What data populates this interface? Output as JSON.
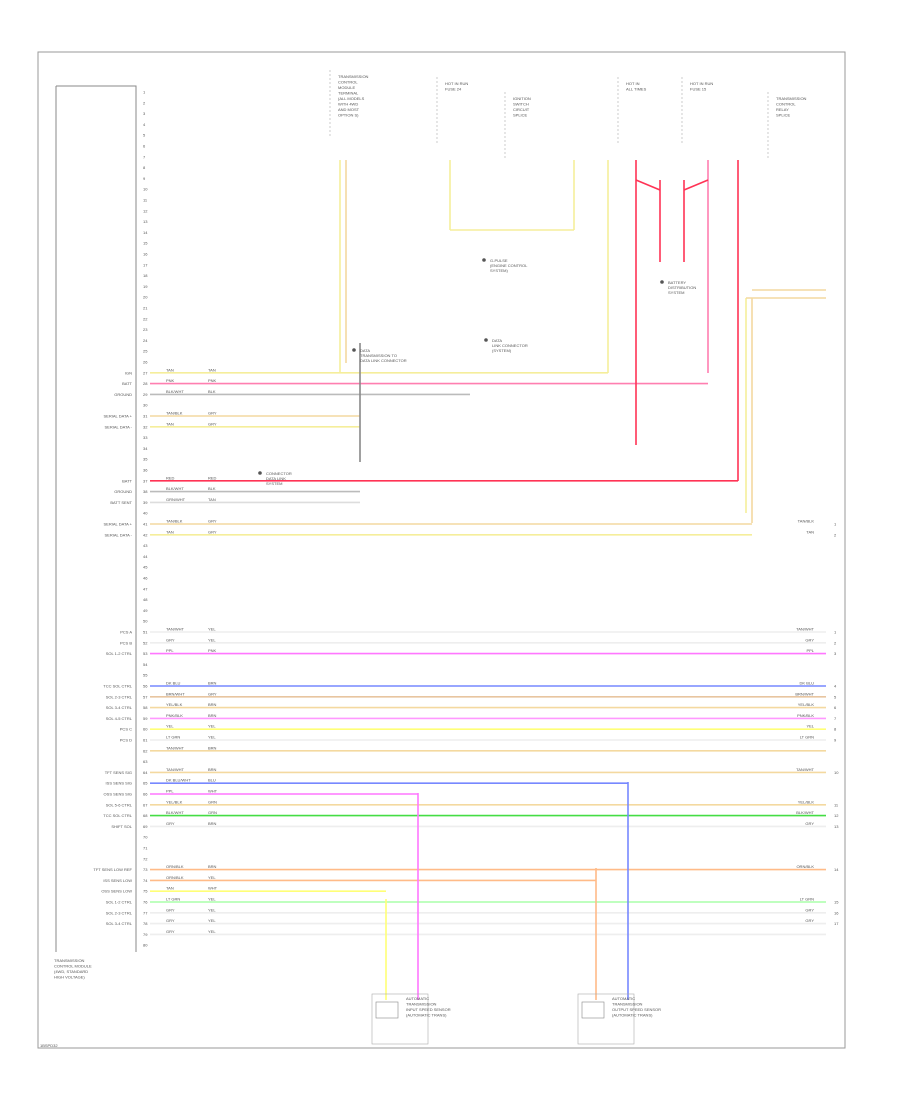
{
  "diagram": {
    "footer_code": "1BSPD32",
    "frame": "wiring schematic",
    "module_title": [
      "TRANSMISSION",
      "CONTROL MODULE",
      "(4WD, STANDARD",
      "HIGH VOLTAGE)"
    ],
    "top_components": [
      {
        "text": [
          "TRANSMISSION",
          "CONTROL",
          "MODULE",
          "TERMINAL",
          "(ALL MODELS",
          "WITH 4WD",
          "AND MOST",
          "OPTION S)"
        ]
      },
      {
        "text": [
          "HOT IN RUN",
          "FUSE 24"
        ]
      },
      {
        "text": [
          "IGNITION",
          "SWITCH",
          "CIRCUIT",
          "SPLICE"
        ]
      },
      {
        "text": [
          "HOT IN",
          "ALL TIMES"
        ]
      },
      {
        "text": [
          "HOT IN RUN",
          "FUSE 15"
        ]
      },
      {
        "text": [
          "TRANSMISSION",
          "CONTROL",
          "RELAY",
          "SPLICE"
        ]
      }
    ],
    "splices": [
      {
        "text": [
          "G-PULSE",
          "(ENGINE CONTROL",
          "SYSTEM)"
        ]
      },
      {
        "text": [
          "BATTERY",
          "DISTRIBUTION",
          "SYSTEM"
        ]
      },
      {
        "text": [
          "DATA",
          "LINK CONNECTOR",
          "(SYSTEM)"
        ]
      },
      {
        "text": [
          "DATA",
          "TRANSMISSION TO",
          "DATA LINK CONNECTOR"
        ]
      },
      {
        "text": [
          "CONNECTOR",
          "DATA LINK",
          "SYSTEM"
        ]
      }
    ],
    "bottom_components": [
      {
        "text": [
          "AUTOMATIC",
          "TRANSMISSION",
          "INPUT SPEED SENSOR",
          "(AUTOMATIC TRANS)"
        ]
      },
      {
        "text": [
          "AUTOMATIC",
          "TRANSMISSION",
          "OUTPUT SPEED SENSOR",
          "(AUTOMATIC TRANS)"
        ]
      }
    ],
    "pins": [
      {
        "label": "",
        "num": "1"
      },
      {
        "label": "",
        "num": "2"
      },
      {
        "label": "",
        "num": "3"
      },
      {
        "label": "",
        "num": "4"
      },
      {
        "label": "",
        "num": "5"
      },
      {
        "label": "",
        "num": "6"
      },
      {
        "label": "",
        "num": "7"
      },
      {
        "label": "",
        "num": "8"
      },
      {
        "label": "",
        "num": "9"
      },
      {
        "label": "",
        "num": "10"
      },
      {
        "label": "",
        "num": "11"
      },
      {
        "label": "",
        "num": "12"
      },
      {
        "label": "",
        "num": "13"
      },
      {
        "label": "",
        "num": "14"
      },
      {
        "label": "",
        "num": "15"
      },
      {
        "label": "",
        "num": "16"
      },
      {
        "label": "",
        "num": "17"
      },
      {
        "label": "",
        "num": "18"
      },
      {
        "label": "",
        "num": "19"
      },
      {
        "label": "",
        "num": "20"
      },
      {
        "label": "",
        "num": "21"
      },
      {
        "label": "",
        "num": "22"
      },
      {
        "label": "",
        "num": "23"
      },
      {
        "label": "",
        "num": "24"
      },
      {
        "label": "",
        "num": "25"
      },
      {
        "label": "",
        "num": "26"
      },
      {
        "label": "IGN",
        "num": "27"
      },
      {
        "label": "BATT",
        "num": "28"
      },
      {
        "label": "GROUND",
        "num": "29"
      },
      {
        "label": "",
        "num": "30"
      },
      {
        "label": "SERIAL DATA +",
        "num": "31"
      },
      {
        "label": "SERIAL DATA -",
        "num": "32"
      },
      {
        "label": "",
        "num": "33"
      },
      {
        "label": "",
        "num": "34"
      },
      {
        "label": "",
        "num": "35"
      },
      {
        "label": "",
        "num": "36"
      },
      {
        "label": "BATT",
        "num": "37"
      },
      {
        "label": "GROUND",
        "num": "38"
      },
      {
        "label": "BATT SENT",
        "num": "39"
      },
      {
        "label": "",
        "num": "40"
      },
      {
        "label": "SERIAL DATA +",
        "num": "41"
      },
      {
        "label": "SERIAL DATA -",
        "num": "42"
      },
      {
        "label": "",
        "num": "43"
      },
      {
        "label": "",
        "num": "44"
      },
      {
        "label": "",
        "num": "45"
      },
      {
        "label": "",
        "num": "46"
      },
      {
        "label": "",
        "num": "47"
      },
      {
        "label": "",
        "num": "48"
      },
      {
        "label": "",
        "num": "49"
      },
      {
        "label": "",
        "num": "50"
      },
      {
        "label": "PCS A",
        "num": "51"
      },
      {
        "label": "PCS B",
        "num": "52"
      },
      {
        "label": "SOL 1-2 CTRL",
        "num": "53"
      },
      {
        "label": "",
        "num": "54"
      },
      {
        "label": "",
        "num": "55"
      },
      {
        "label": "TCC SOL CTRL",
        "num": "56"
      },
      {
        "label": "SOL 2-3 CTRL",
        "num": "57"
      },
      {
        "label": "SOL 3-4 CTRL",
        "num": "58"
      },
      {
        "label": "SOL 4-5 CTRL",
        "num": "59"
      },
      {
        "label": "PCS C",
        "num": "60"
      },
      {
        "label": "PCS D",
        "num": "61"
      },
      {
        "label": "",
        "num": "62"
      },
      {
        "label": "",
        "num": "63"
      },
      {
        "label": "TFT SENS SIG",
        "num": "64"
      },
      {
        "label": "ISS SENS SIG",
        "num": "65"
      },
      {
        "label": "OSS SENS SIG",
        "num": "66"
      },
      {
        "label": "SOL 5-6 CTRL",
        "num": "67"
      },
      {
        "label": "TCC SOL CTRL",
        "num": "68"
      },
      {
        "label": "SHIFT SOL",
        "num": "69"
      },
      {
        "label": "",
        "num": "70"
      },
      {
        "label": "",
        "num": "71"
      },
      {
        "label": "",
        "num": "72"
      },
      {
        "label": "TFT SENS LOW REF",
        "num": "73"
      },
      {
        "label": "ISS SENS LOW",
        "num": "74"
      },
      {
        "label": "OSS SENS LOW",
        "num": "75"
      },
      {
        "label": "SOL 1-2 CTRL",
        "num": "76"
      },
      {
        "label": "SOL 2-3 CTRL",
        "num": "77"
      },
      {
        "label": "SOL 3-4 CTRL",
        "num": "78"
      },
      {
        "label": "",
        "num": "79"
      },
      {
        "label": "",
        "num": "80"
      }
    ],
    "wires": [
      {
        "name": "IGN feed",
        "c1": "TAN",
        "c2": "TAN",
        "color": "#f5ee9b"
      },
      {
        "name": "BATT feed",
        "c1": "PNK",
        "c2": "PNK",
        "color": "#ff7fb0"
      },
      {
        "name": "GROUND",
        "c1": "BLK/WHT",
        "c2": "BLK",
        "color": "#bbbbbb"
      },
      {
        "name": "SERIAL DATA +",
        "c1": "TAN/BLK",
        "c2": "GRY",
        "color": "#f4d9a0"
      },
      {
        "name": "SERIAL DATA -",
        "c1": "TAN",
        "c2": "GRY",
        "color": "#f5ee9b"
      },
      {
        "name": "BATT",
        "c1": "RED",
        "c2": "RED",
        "color": "#ff3355"
      },
      {
        "name": "GROUND 2",
        "c1": "BLK/WHT",
        "c2": "BLK",
        "color": "#bbbbbb"
      },
      {
        "name": "BATT SENT",
        "c1": "GRN/WHT",
        "c2": "TAN",
        "color": "#dddddd"
      },
      {
        "name": "SERIAL DATA + 2",
        "c1": "TAN/BLK",
        "c2": "GRY",
        "color": "#f4d9a0"
      },
      {
        "name": "SERIAL DATA - 2",
        "c1": "TAN",
        "c2": "GRY",
        "color": "#f5ee9b"
      },
      {
        "name": "PCS A",
        "c1": "TAN/WHT",
        "c2": "YEL",
        "color": "#eeeeee"
      },
      {
        "name": "PCS B",
        "c1": "GRY",
        "c2": "YEL",
        "color": "#eeeeee"
      },
      {
        "name": "SOL 1-2",
        "c1": "PPL",
        "c2": "PNK",
        "color": "#ff77ff"
      },
      {
        "name": "TCC SOL",
        "c1": "DK BLU",
        "c2": "BRN",
        "color": "#7788ff"
      },
      {
        "name": "SOL 2-3",
        "c1": "BRN/WHT",
        "c2": "GRY",
        "color": "#e8c5a0"
      },
      {
        "name": "SOL 3-4",
        "c1": "YEL/BLK",
        "c2": "BRN",
        "color": "#f4d9a0"
      },
      {
        "name": "SOL 4-5",
        "c1": "PNK/BLK",
        "c2": "BRN",
        "color": "#ff99ff"
      },
      {
        "name": "PCS C",
        "c1": "YEL",
        "c2": "YEL",
        "color": "#ffff77"
      },
      {
        "name": "PCS D",
        "c1": "LT GRN",
        "c2": "YEL",
        "color": "#eeeeee"
      },
      {
        "name": "TFT SENS",
        "c1": "TAN/WHT",
        "c2": "BRN",
        "color": "#f4d9a0"
      },
      {
        "name": "ISS SENS",
        "c1": "DK BLU/WHT",
        "c2": "BLU",
        "color": "#7788ff"
      },
      {
        "name": "OSS SENS",
        "c1": "PPL",
        "c2": "WHT",
        "color": "#ff77ff"
      },
      {
        "name": "SOL 5-6",
        "c1": "YEL/BLK",
        "c2": "GRN",
        "color": "#f4d9a0"
      },
      {
        "name": "TCC SOL 2",
        "c1": "BLK/WHT",
        "c2": "GRN",
        "color": "#44dd44"
      },
      {
        "name": "SHIFT SOL",
        "c1": "GRY",
        "c2": "BRN",
        "color": "#eeeeee"
      },
      {
        "name": "TFT LOW",
        "c1": "ORN/BLK",
        "c2": "BRN",
        "color": "#ffbb88"
      },
      {
        "name": "ISS LOW",
        "c1": "ORN/BLK",
        "c2": "YEL",
        "color": "#ffbb88"
      },
      {
        "name": "OSS LOW",
        "c1": "TAN",
        "c2": "WHT",
        "color": "#ffff77"
      },
      {
        "name": "SOL 1-2 b",
        "c1": "LT GRN",
        "c2": "YEL",
        "color": "#aaffaa"
      },
      {
        "name": "SOL 2-3 b",
        "c1": "GRY",
        "c2": "YEL",
        "color": "#eeeeee"
      },
      {
        "name": "SOL 3-4 b",
        "c1": "GRY",
        "c2": "YEL",
        "color": "#eeeeee"
      }
    ],
    "right_end_labels": [
      {
        "text": "TAN/BLK",
        "num": "1"
      },
      {
        "text": "TAN",
        "num": "2"
      },
      {
        "text": "TAN/WHT",
        "num": "1"
      },
      {
        "text": "GRY",
        "num": "2"
      },
      {
        "text": "PPL",
        "num": "3"
      },
      {
        "text": "DK BLU",
        "num": "4"
      },
      {
        "text": "BRN/WHT",
        "num": "5"
      },
      {
        "text": "YEL/BLK",
        "num": "6"
      },
      {
        "text": "PNK/BLK",
        "num": "7"
      },
      {
        "text": "YEL",
        "num": "8"
      },
      {
        "text": "LT GRN",
        "num": "9"
      },
      {
        "text": "TAN/WHT",
        "num": "10"
      },
      {
        "text": "YEL/BLK",
        "num": "11"
      },
      {
        "text": "BLK/WHT",
        "num": "12"
      },
      {
        "text": "GRY",
        "num": "13"
      },
      {
        "text": "ORN/BLK",
        "num": "14"
      },
      {
        "text": "LT GRN",
        "num": "15"
      },
      {
        "text": "GRY",
        "num": "16"
      },
      {
        "text": "GRY",
        "num": "17"
      }
    ]
  }
}
